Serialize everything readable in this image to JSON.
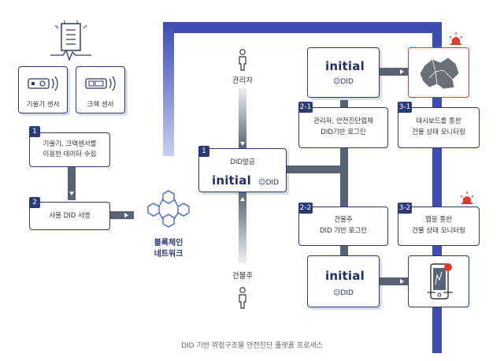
{
  "sensors": {
    "tilt": "기울기 센서",
    "crack": "크랙 센서"
  },
  "steps": {
    "s1": {
      "num": "1",
      "text_line1": "기울기, 크랙센서를",
      "text_line2": "이용한 데이터 수집"
    },
    "s2": {
      "num": "2",
      "text": "사물 DID 서명"
    },
    "blockchain_line1": "블록체인",
    "blockchain_line2": "네트워크",
    "did_issue": {
      "num": "1",
      "title": "DID발급"
    },
    "admin": "관리자",
    "owner": "건물주",
    "s21": {
      "num": "2-1",
      "line1": "관리자, 안전진단업체",
      "line2": "DID기반 로그인"
    },
    "s22": {
      "num": "2-2",
      "line1": "건물주",
      "line2": "DID 기반 로그인"
    },
    "s31": {
      "num": "3-1",
      "line1": "대시보드를 통한",
      "line2": "건물 상태 모니터링"
    },
    "s32": {
      "num": "3-2",
      "line1": "앱을 통한",
      "line2": "건물 상태 모니터링"
    }
  },
  "brand": {
    "initial": "initial",
    "did": "DID"
  },
  "caption": "DID 기반 위험구조물 안전진단 플랫폼 프로세스",
  "colors": {
    "navy": "#1e2f6e",
    "blue_bar": "#3d4bb3",
    "gray_bar": "#5a6373",
    "alert_red": "#e03a2f"
  }
}
